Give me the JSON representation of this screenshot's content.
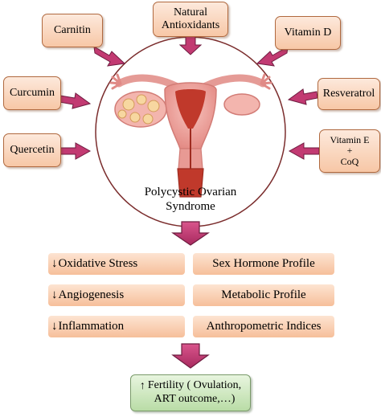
{
  "supplements": {
    "carnitin": "Carnitin",
    "natural_antioxidants": "Natural Antioxidants",
    "vitamin_d": "Vitamin D",
    "curcumin": "Curcumin",
    "resveratrol": "Resveratrol",
    "quercetin": "Quercetin",
    "vitamin_e_line1": "Vitamin E",
    "vitamin_e_plus": "+",
    "vitamin_e_line2": "CoQ"
  },
  "center": {
    "title_line1": "Polycystic Ovarian",
    "title_line2": "Syndrome"
  },
  "effects": {
    "left": [
      {
        "arrow": "↓",
        "label": "Oxidative Stress"
      },
      {
        "arrow": "↓",
        "label": "Angiogenesis"
      },
      {
        "arrow": "↓",
        "label": "Inflammation"
      }
    ],
    "right": [
      {
        "label": "Sex Hormone Profile"
      },
      {
        "label": "Metabolic Profile"
      },
      {
        "label": "Anthropometric Indices"
      }
    ]
  },
  "outcome": {
    "arrow": "↑",
    "line1": "Fertility ( Ovulation,",
    "line2": "ART outcome,…)"
  },
  "colors": {
    "arrow_fill": "#c23a72",
    "arrow_stroke": "#6e1b3f",
    "circle_stroke": "#7b2d2d",
    "box_border": "#b0693f",
    "box_fill": "#f7c7a6",
    "outcome_fill": "#b9dca6",
    "uterus_pink": "#f2a7a3",
    "uterus_red": "#c0392b"
  }
}
